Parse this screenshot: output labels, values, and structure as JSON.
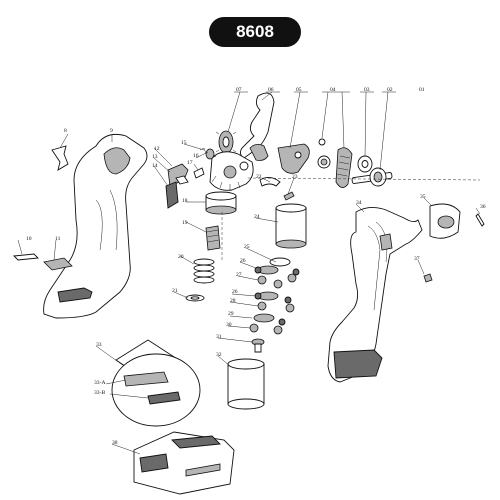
{
  "title": "8608",
  "labels": {
    "l01": "01",
    "l02": "02",
    "l03": "03",
    "l04": "04",
    "l05": "05",
    "l06": "06",
    "l07": "07",
    "l8": "8",
    "l9": "9",
    "l10": "10",
    "l11": "11",
    "l12": "12",
    "l13": "13",
    "l14": "14",
    "l15": "15",
    "l16": "16",
    "l17": "17",
    "l18": "18",
    "l19": "19",
    "l20": "20",
    "l21": "21",
    "l22": "22",
    "l23": "23",
    "l24": "24",
    "l25": "25",
    "l26a": "26",
    "l27": "27",
    "l26b": "26",
    "l28": "28",
    "l29": "29",
    "l30": "30",
    "l31": "31",
    "l32": "32",
    "l33": "33",
    "l33a": "33-A",
    "l33b": "33-B",
    "l34": "34",
    "l35": "35",
    "l36": "36",
    "l37": "37",
    "l38": "38"
  }
}
